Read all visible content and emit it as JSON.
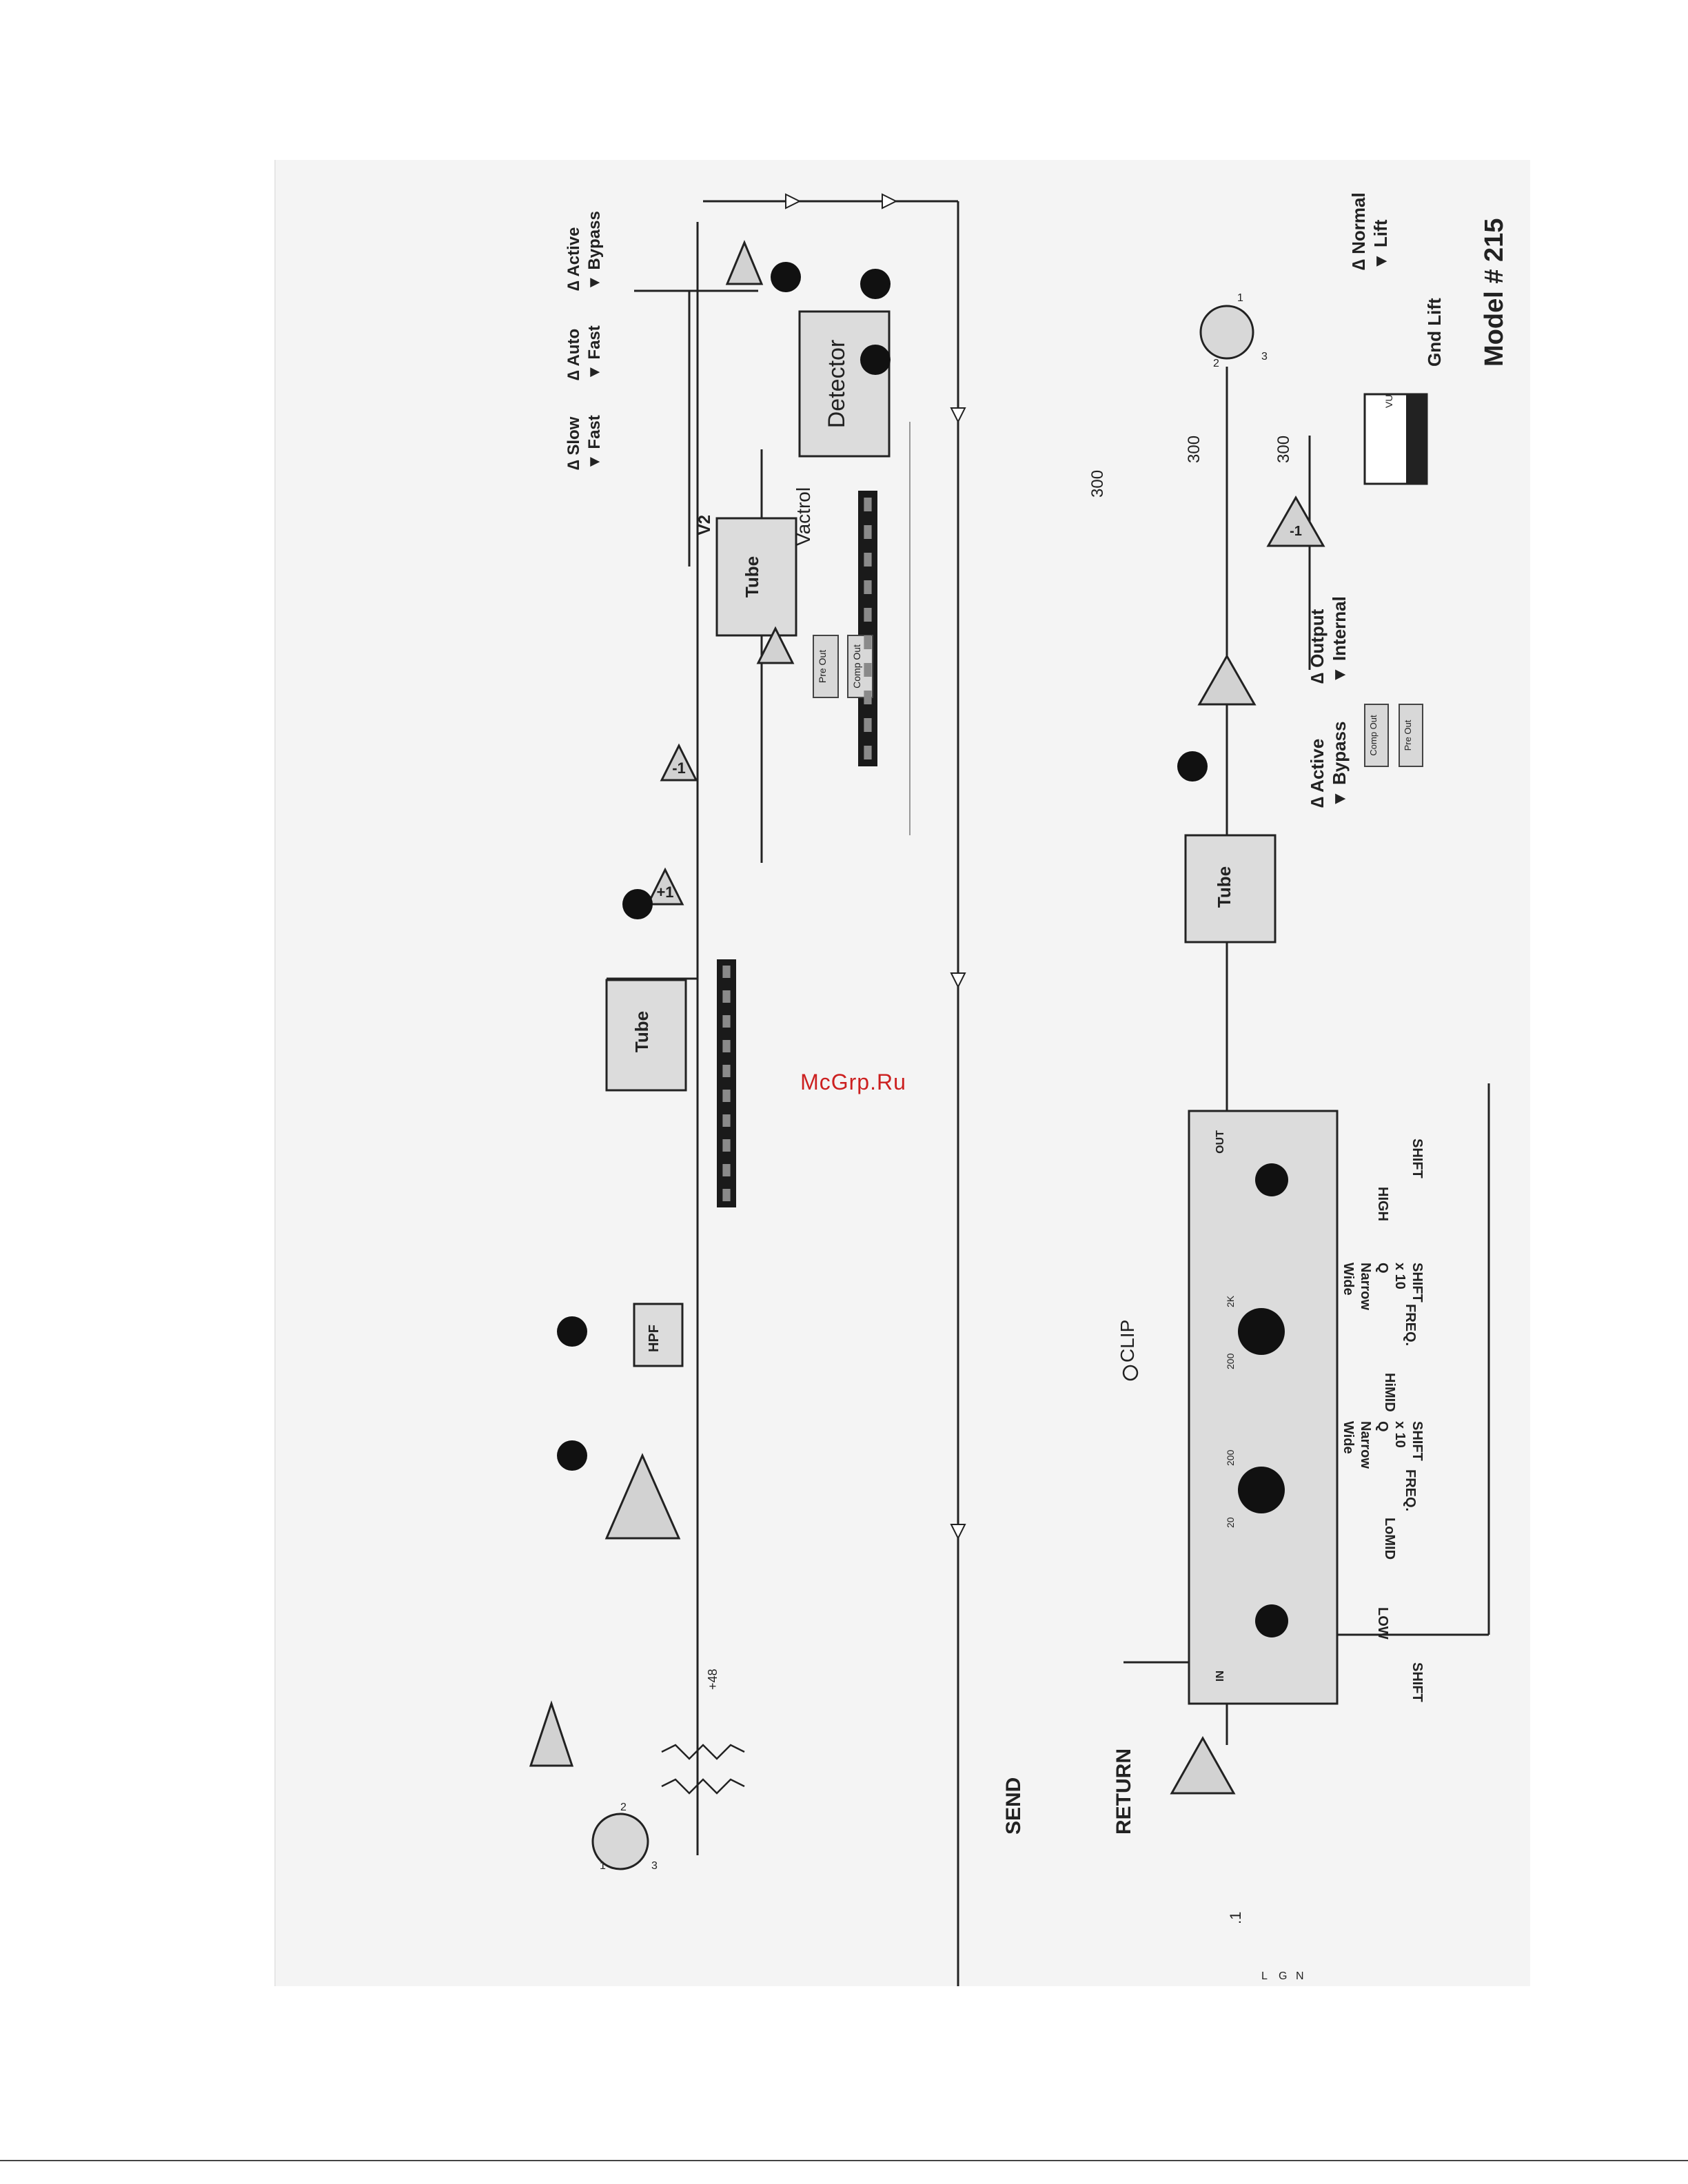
{
  "watermark": "McGrp.Ru",
  "model": "Model # 215",
  "labels": {
    "tube": "Tube",
    "v2": "V2",
    "vactrol": "Vactrol",
    "detector": "Detector",
    "hpf": "HPF",
    "plus_one": "+1",
    "minus_one": "-1",
    "pre_out": "Pre Out",
    "comp_out": "Comp Out",
    "send": "SEND",
    "return": "RETURN",
    "clip": "CLIP",
    "in": "IN",
    "out": "OUT",
    "r300_a": "300",
    "r300_b": "300",
    "r300_c": "300",
    "cap": ".1",
    "phantom": "+48",
    "pin1": "1",
    "pin2": "2",
    "pin3": "3",
    "out_pin1": "1",
    "out_pin2": "2",
    "out_pin3": "3",
    "mains_l": "L",
    "mains_g": "G",
    "mains_n": "N",
    "vu": "VU"
  },
  "switches": {
    "comp_active": "∆ Active",
    "comp_bypass": "▼ Bypass",
    "slow": "∆ Slow",
    "fast": "▼ Fast",
    "auto": "∆ Auto",
    "fast2": "▼ Fast",
    "eq_active": "∆ Active",
    "eq_bypass": "▼ Bypass",
    "output": "∆ Output",
    "internal": "▼ Internal",
    "normal": "∆ Normal",
    "lift": "▼ Lift",
    "gnd_lift": "Gnd Lift"
  },
  "eq": {
    "shift_low": "SHIFT",
    "low": "LOW",
    "lomid": "LoMID",
    "freq_lo": "FREQ.",
    "shift_lo": "SHIFT",
    "x10_lo": "x 10",
    "q_lo": "Q",
    "narrow_lo": "Narrow",
    "wide_lo": "Wide",
    "himid": "HiMID",
    "freq_hi": "FREQ.",
    "shift_hi": "SHIFT",
    "x10_hi": "x 10",
    "q_hi": "Q",
    "narrow_hi": "Narrow",
    "wide_hi": "Wide",
    "high": "HIGH",
    "shift_high": "SHIFT",
    "lomid_range_lo": "20",
    "lomid_range_hi": "200",
    "himid_range_lo": "200",
    "himid_range_hi": "2K"
  },
  "colors": {
    "watermark": "#cc2020",
    "sheet": "#f4f4f4",
    "ink": "#222222"
  }
}
